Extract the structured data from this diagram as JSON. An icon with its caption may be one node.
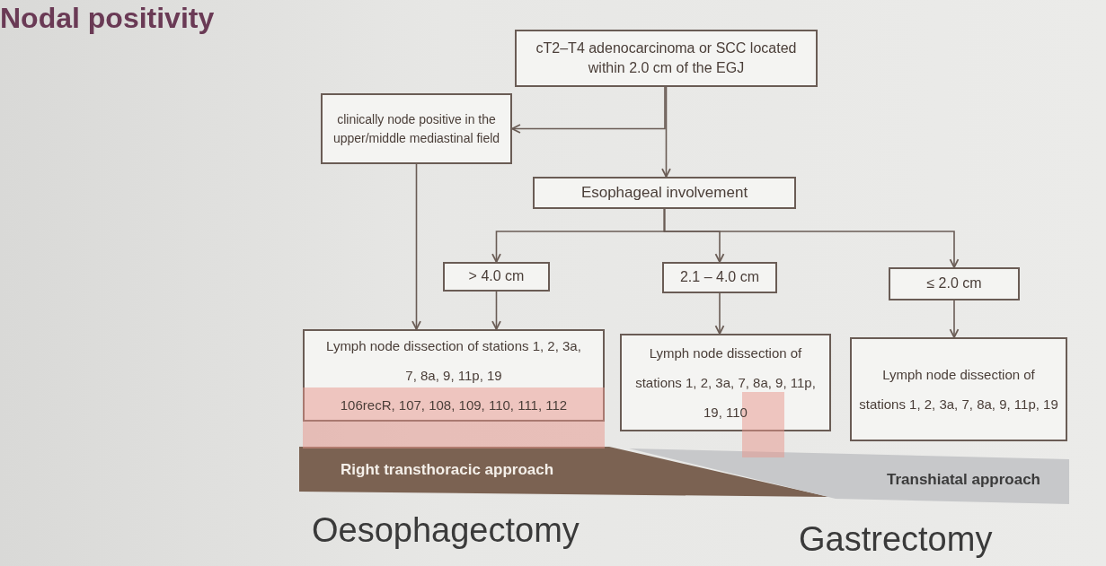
{
  "diagram": {
    "title": "Nodal positivity",
    "nodes": [
      {
        "text": [
          "cT2–T4 adenocarcinoma or SCC located within 2.0 cm of the EGJ"
        ]
      },
      {
        "text": [
          "clinically node positive in the upper/middle mediastinal field"
        ]
      },
      {
        "text": [
          "Esophageal involvement"
        ]
      },
      {
        "text": [
          "> 4.0 cm"
        ]
      },
      {
        "text": [
          "2.1 – 4.0 cm"
        ]
      },
      {
        "text": [
          "≤ 2.0 cm"
        ]
      },
      {
        "text": [
          "Lymph node dissection of stations 1, 2, 3a, 7, 8a, 9, 11p, 19",
          "106recR, 107, 108, 109, 110, 111, 112"
        ]
      },
      {
        "text": [
          "Lymph node dissection of stations 1, 2, 3a, 7, 8a, 9, 11p, 19, 110"
        ]
      },
      {
        "text": [
          "Lymph node dissection of stations 1, 2, 3a, 7, 8a, 9, 11p, 19"
        ]
      },
      {
        "text": [
          "Right transthoracic approach"
        ]
      },
      {
        "text": [
          "Transhiatal approach"
        ]
      }
    ],
    "edges": [
      {
        "from": 0,
        "to": 1,
        "arrow": "to"
      },
      {
        "from": 0,
        "to": 2,
        "arrow": "to"
      },
      {
        "from": 2,
        "to": 3,
        "arrow": "to"
      },
      {
        "from": 2,
        "to": 4,
        "arrow": "to"
      },
      {
        "from": 2,
        "to": 5,
        "arrow": "to"
      },
      {
        "from": 1,
        "to": 6,
        "arrow": "to"
      },
      {
        "from": 3,
        "to": 6,
        "arrow": "to"
      },
      {
        "from": 4,
        "to": 7,
        "arrow": "to"
      },
      {
        "from": 5,
        "to": 8,
        "arrow": "to"
      }
    ],
    "labels": [
      "Oesophagectomy",
      "Gastrectomy"
    ]
  }
}
